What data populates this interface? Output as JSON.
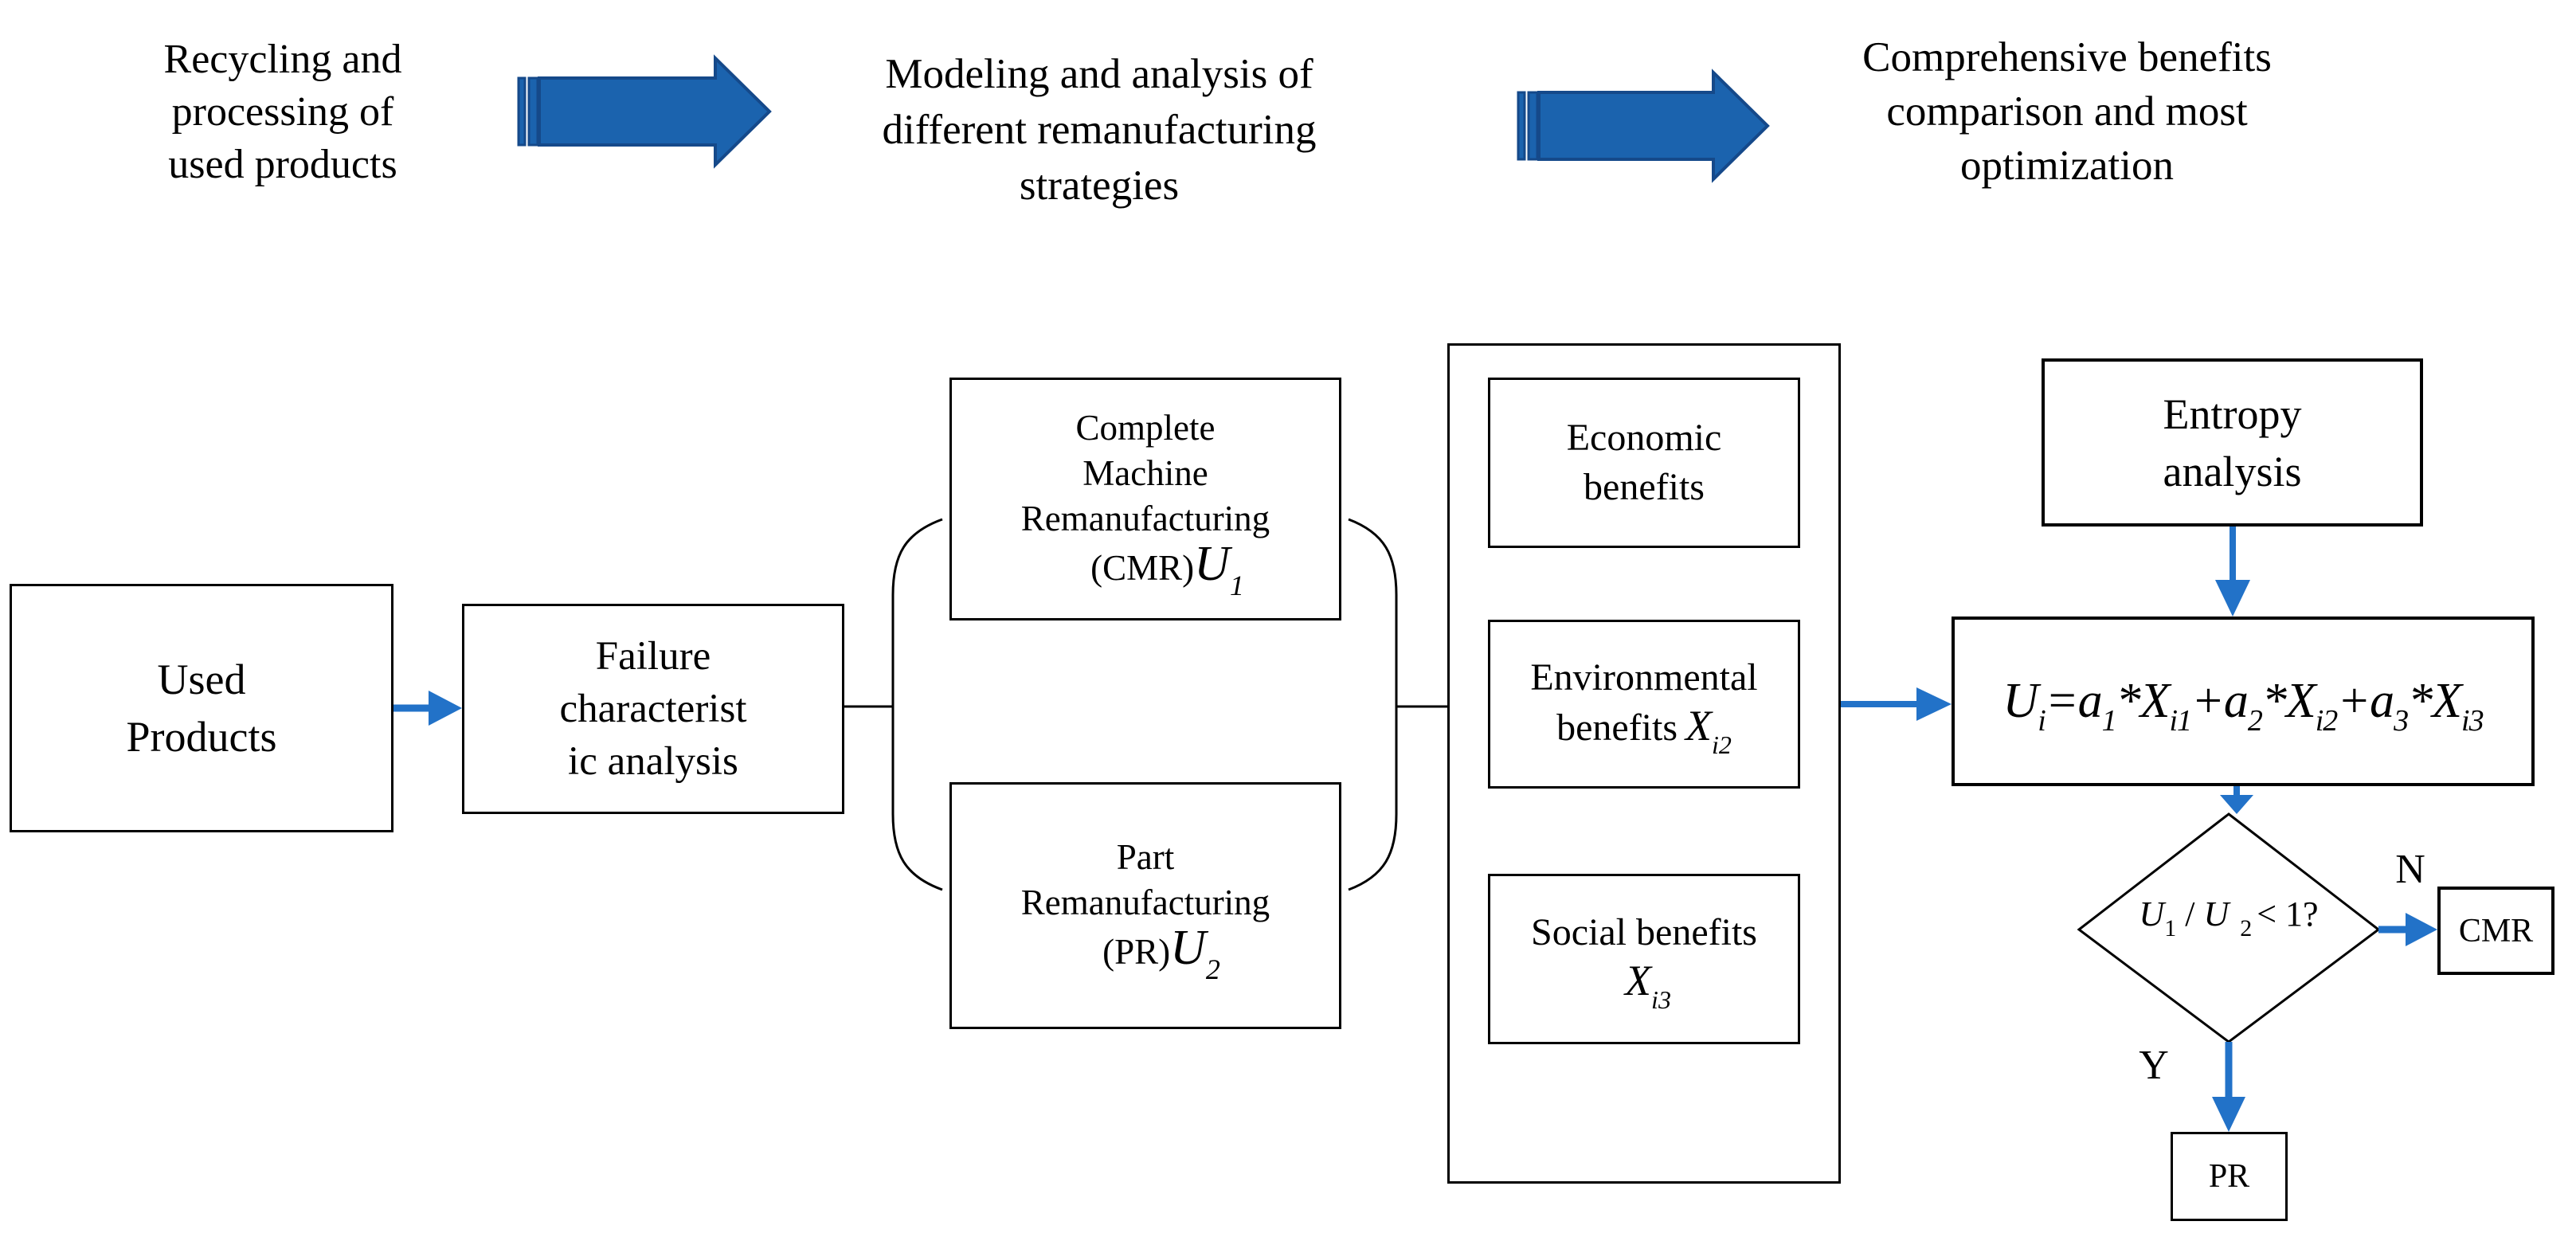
{
  "colors": {
    "block_arrow_fill": "#1b63ae",
    "block_arrow_stroke": "#15498a",
    "connector_blue": "#2272c8",
    "line_black": "#000000",
    "background": "#ffffff",
    "text": "#000000"
  },
  "top_flow": {
    "step1": "Recycling and\nprocessing of\nused products",
    "step2": "Modeling and analysis of\ndifferent remanufacturing\nstrategies",
    "step3": "Comprehensive benefits\ncomparison and most\noptimization"
  },
  "nodes": {
    "used_products": "Used\nProducts",
    "failure": "Failure\ncharacterist\nic analysis",
    "cmr_lines": "Complete\nMachine\nRemanufacturing",
    "cmr_prefix": "(CMR) ",
    "cmr_u": "U",
    "cmr_u_sub": "1",
    "pr_lines": "Part\nRemanufacturing",
    "pr_prefix": "(PR)",
    "pr_u": "U",
    "pr_u_sub": "2",
    "economic": "Economic\nbenefits",
    "environmental_line1": "Environmental",
    "environmental_line2": "benefits",
    "environmental_x": "X",
    "environmental_x_sub": "i2",
    "social_line1": "Social benefits",
    "social_x": "X",
    "social_x_sub": "i3",
    "entropy": "Entropy\nanalysis",
    "cmr_result": "CMR",
    "pr_result": "PR"
  },
  "formula": {
    "t1": "U",
    "s1": "i",
    "t2": "=a",
    "s2": "1",
    "t3": "*X",
    "s3": "i1",
    "t4": "+a",
    "s4": "2",
    "t5": "*X",
    "s5": "i2",
    "t6": "+a",
    "s6": "3",
    "t7": "*X",
    "s7": "i3"
  },
  "decision": {
    "u1": "U",
    "s1": "1",
    "slash": " / ",
    "u2": "U",
    "s2": "2",
    "rest": "< 1?",
    "no_label": "N",
    "yes_label": "Y"
  }
}
